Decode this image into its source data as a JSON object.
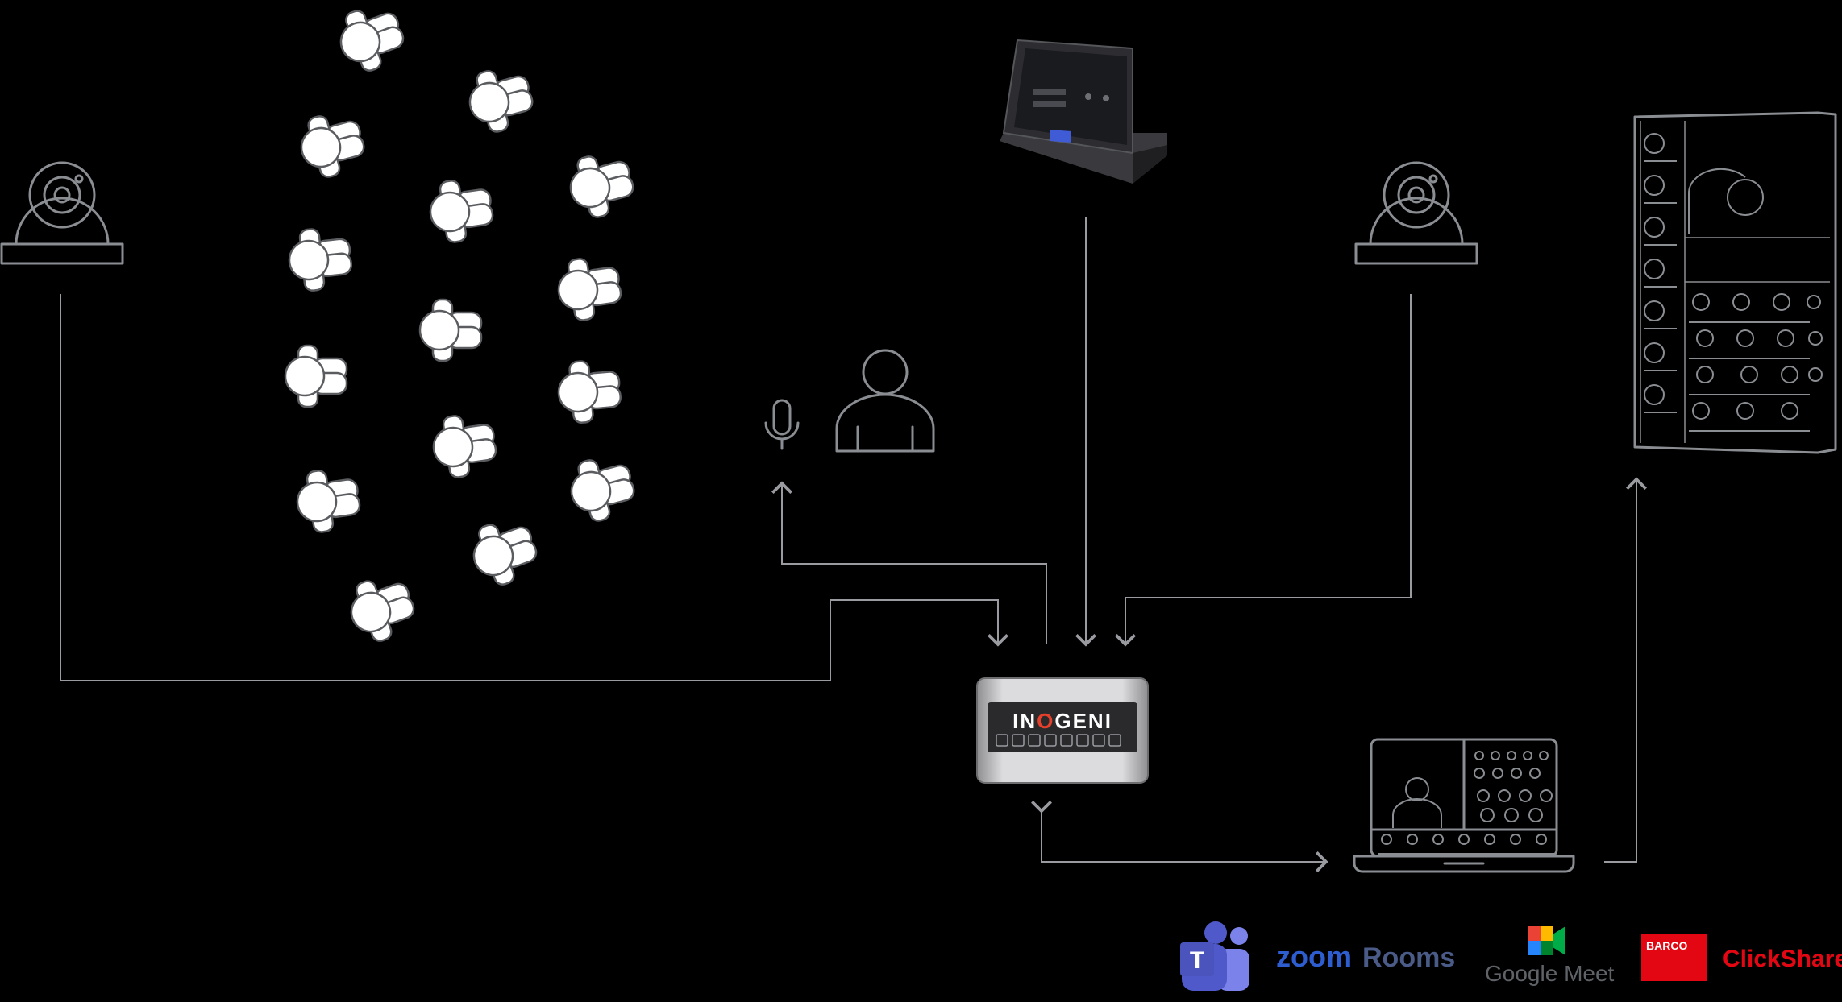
{
  "device": {
    "brand": "INOGENI",
    "brand_colors": {
      "text": "#ffffff",
      "accent": "#e6402a",
      "panel": "#2a2a2d",
      "chassis": "#c8c8ca"
    }
  },
  "logos": {
    "teams": {
      "letter": "T",
      "color": "#5059c9"
    },
    "zoom": {
      "word1": "zoom",
      "word2": "Rooms",
      "color1": "#2d5dcf",
      "color2": "#4a5b87"
    },
    "google_meet": {
      "label": "Google Meet",
      "color": "#5f6368"
    },
    "barco": {
      "label": "BARCO",
      "color": "#e30613"
    },
    "clickshare": {
      "label": "ClickShare",
      "color": "#e30613"
    }
  },
  "colors": {
    "line": "#9a9ba0",
    "background": "#000000"
  }
}
